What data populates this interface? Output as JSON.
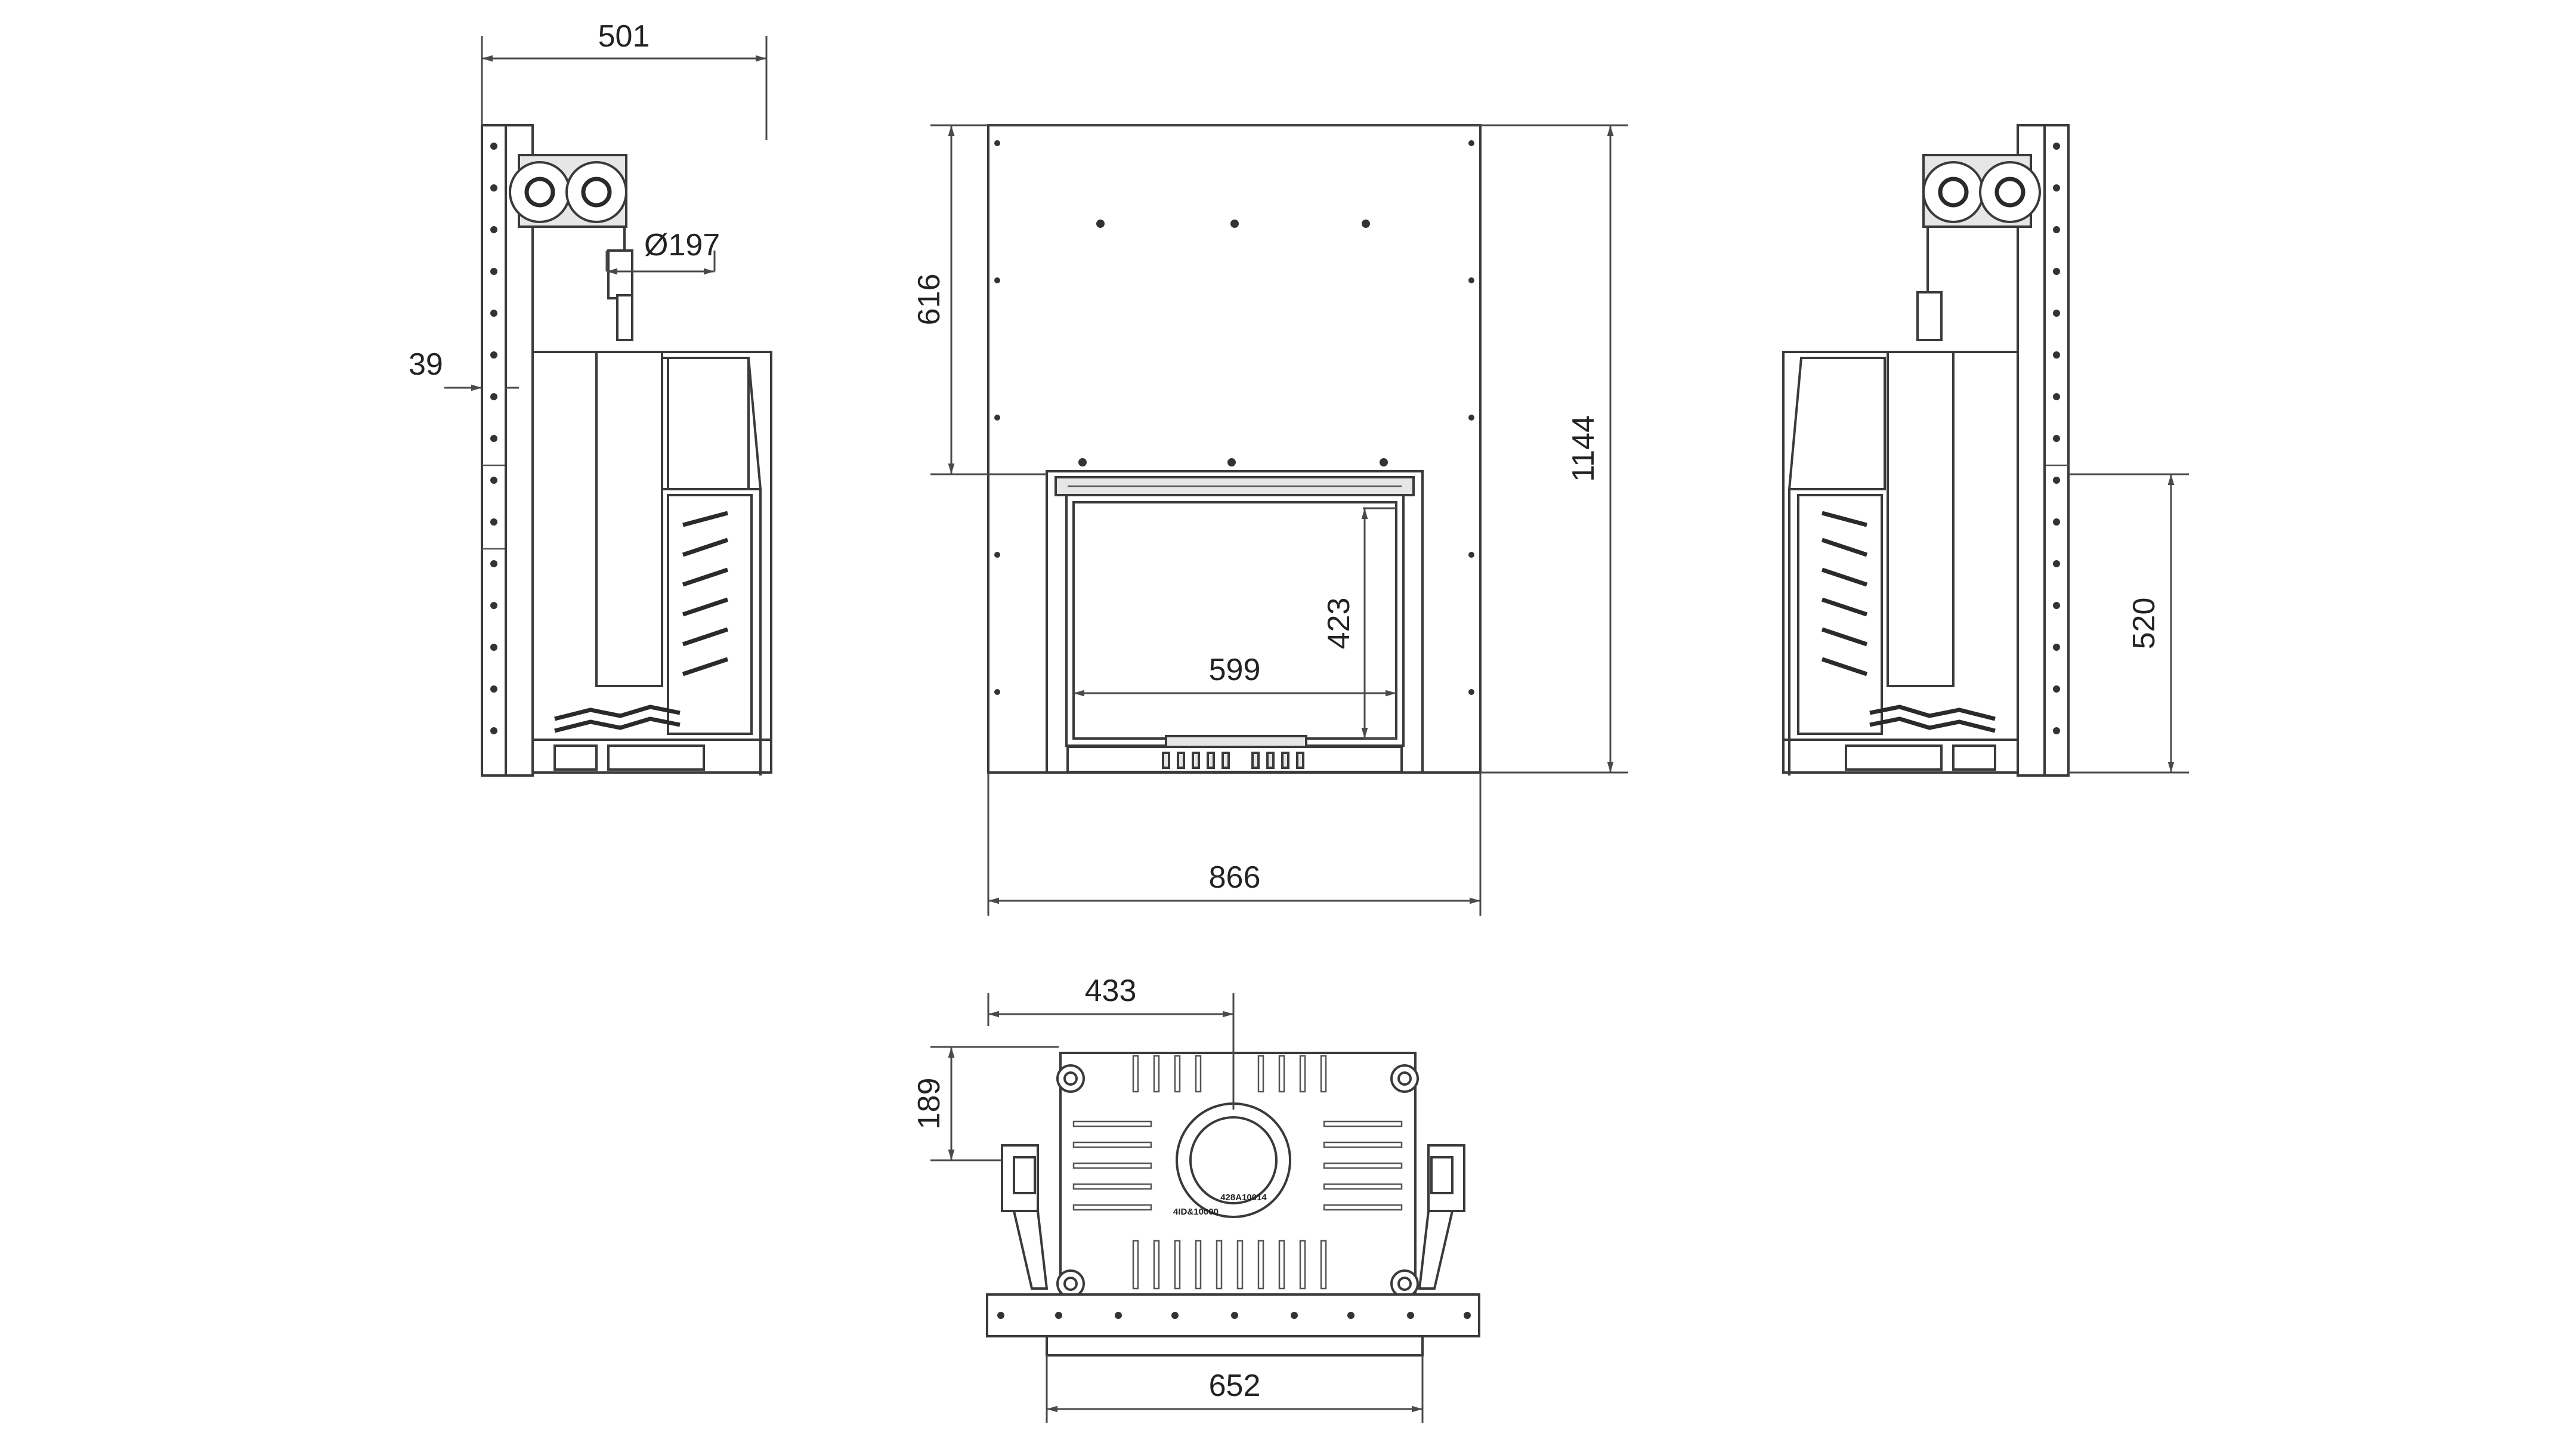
{
  "dimensions": {
    "side_depth": "501",
    "flue_diameter": "Ø197",
    "back_offset": "39",
    "front_height_above_door": "616",
    "overall_height": "1144",
    "glass_height": "423",
    "glass_width": "599",
    "overall_width": "866",
    "door_bottom_height": "520",
    "half_width": "433",
    "flue_offset_depth": "189",
    "base_width": "652"
  },
  "plate_text": {
    "code": "428A10014",
    "sub": "4ID&10000"
  },
  "colors": {
    "line": "#3a3a3a",
    "background": "#ffffff"
  }
}
